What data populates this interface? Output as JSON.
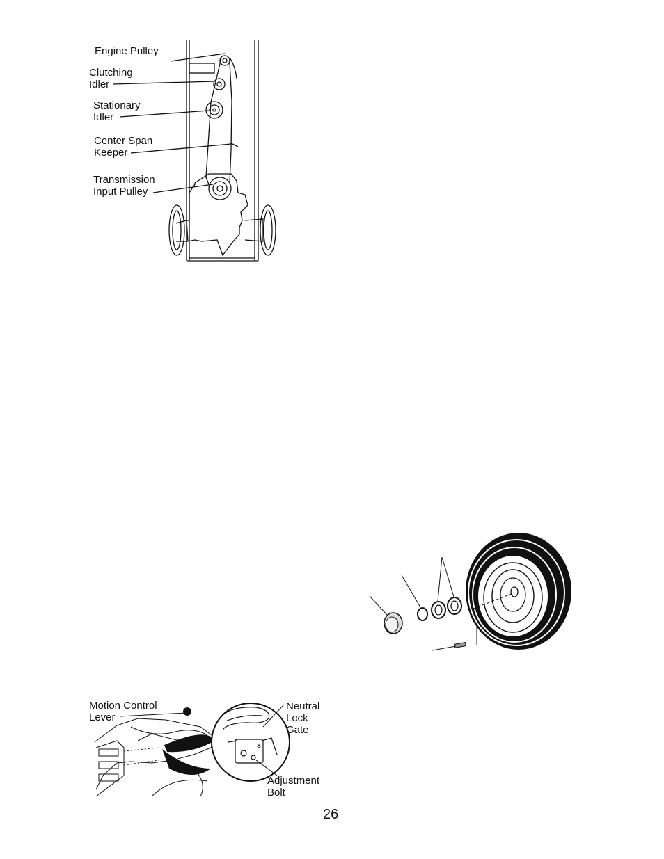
{
  "belt_diagram": {
    "labels": {
      "engine_pulley": "Engine Pulley",
      "clutching_idler_1": "Clutching",
      "clutching_idler_2": "Idler",
      "stationary_idler_1": "Stationary",
      "stationary_idler_2": "Idler",
      "center_span_keeper_1": "Center Span",
      "center_span_keeper_2": "Keeper",
      "transmission_input_pulley_1": "Transmission",
      "transmission_input_pulley_2": "Input Pulley"
    }
  },
  "motion_control_diagram": {
    "labels": {
      "motion_control_lever_1": "Motion Control",
      "motion_control_lever_2": "Lever",
      "neutral_lock_gate_1": "Neutral",
      "neutral_lock_gate_2": "Lock",
      "neutral_lock_gate_3": "Gate",
      "adjustment_bolt_1": "Adjustment",
      "adjustment_bolt_2": "Bolt"
    }
  },
  "page_number": "26"
}
